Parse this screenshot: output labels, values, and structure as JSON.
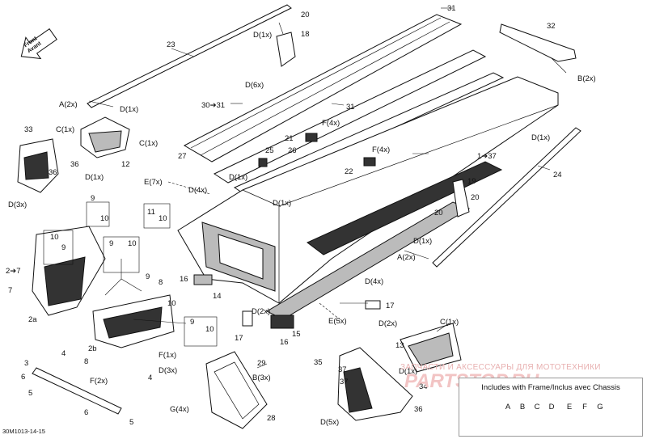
{
  "figure_code": "30M1013-14-15",
  "front_arrow": {
    "line1": "Front",
    "line2": "Avant"
  },
  "labels": [
    "20",
    "31",
    "D(1x)",
    "18",
    "23",
    "32",
    "B(2x)",
    "D(6x)",
    "A(2x)",
    "D(1x)",
    "30➔31",
    "31",
    "33",
    "C(1x)",
    "C(1x)",
    "36",
    "D(1x)",
    "12",
    "36",
    "D(3x)",
    "F(4x)",
    "21",
    "25",
    "26",
    "27",
    "F(4x)",
    "22",
    "1➔37",
    "D(1x)",
    "24",
    "E(7x)",
    "D(4x)",
    "D(1x)",
    "D(1x)",
    "19",
    "20",
    "20",
    "9",
    "10",
    "11",
    "10",
    "10",
    "9",
    "9",
    "10",
    "2➔7",
    "7",
    "9",
    "8",
    "10",
    "2a",
    "16",
    "14",
    "D(1x)",
    "A(2x)",
    "D(4x)",
    "17",
    "D(2x)",
    "E(5x)",
    "D(2x)",
    "15",
    "16",
    "17",
    "C(1x)",
    "13",
    "9",
    "10",
    "4",
    "F(1x)",
    "2b",
    "D(3x)",
    "4",
    "6",
    "3",
    "8",
    "F(2x)",
    "5",
    "6",
    "5",
    "35",
    "D(1x)",
    "37",
    "37",
    "29",
    "B(3x)",
    "G(4x)",
    "28",
    "D(5x)",
    "34",
    "36"
  ],
  "legend": {
    "title": "Includes with Frame/Inclus avec Chassis",
    "letters": [
      "A",
      "B",
      "C",
      "D",
      "E",
      "F",
      "G"
    ]
  },
  "watermark": {
    "line1": "ЗАПЧАСТИ И АКСЕССУАРЫ ДЛЯ МОТОТЕХНИКИ",
    "line2": "PARTSTOP.RU"
  }
}
